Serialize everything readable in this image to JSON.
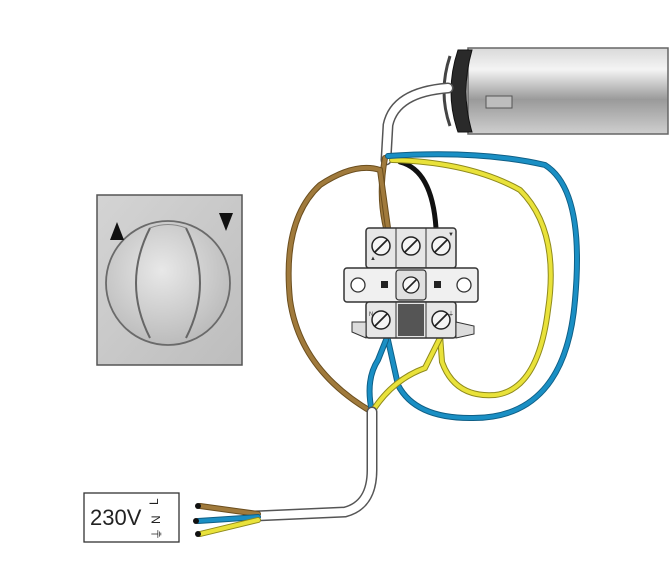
{
  "power_label": {
    "voltage": "230V",
    "neutral": "N",
    "live": "L",
    "earth": "⏚"
  },
  "terminal_marks": {
    "up": "▲",
    "down": "▼",
    "neutral": "N",
    "earth": "⏚"
  },
  "colors": {
    "brown": "#a07a3c",
    "blue": "#1a8fc4",
    "yellow": "#e9e23a",
    "black": "#1a1a1a",
    "cable": "#ffffff",
    "switch_plate": "#c8c8c8"
  },
  "icons": [
    "up-arrow-icon",
    "down-arrow-icon",
    "screw-icon",
    "earth-icon"
  ]
}
